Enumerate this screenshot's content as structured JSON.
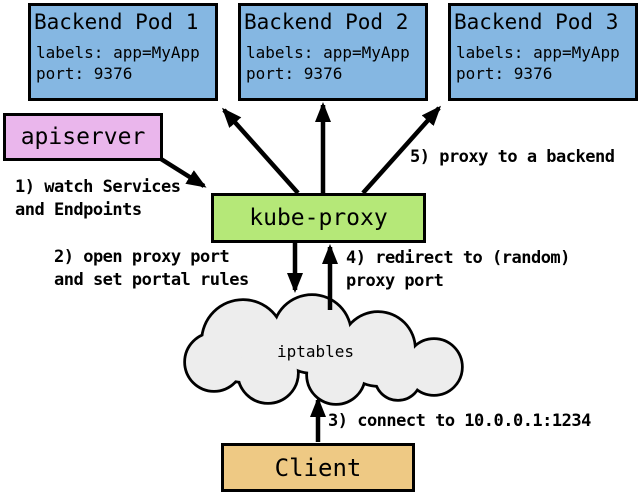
{
  "pods": [
    {
      "title": "Backend Pod 1",
      "labels": "labels: app=MyApp",
      "port": "port: 9376"
    },
    {
      "title": "Backend Pod 2",
      "labels": "labels: app=MyApp",
      "port": "port: 9376"
    },
    {
      "title": "Backend Pod 3",
      "labels": "labels: app=MyApp",
      "port": "port: 9376"
    }
  ],
  "nodes": {
    "apiserver": "apiserver",
    "kube_proxy": "kube-proxy",
    "iptables": "iptables",
    "client": "Client"
  },
  "annotations": {
    "step1": "1) watch Services\nand Endpoints",
    "step2": "2) open proxy port\nand set portal rules",
    "step3": "3) connect to 10.0.0.1:1234",
    "step4": "4) redirect to (random)\nproxy port",
    "step5": "5) proxy to a backend"
  },
  "colors": {
    "pod_fill": "#85b7e2",
    "apiserver_fill": "#eab6ec",
    "kube_proxy_fill": "#b5e878",
    "client_fill": "#eec984",
    "cloud_fill": "#ededed",
    "border": "#000000",
    "arrow": "#000000"
  }
}
